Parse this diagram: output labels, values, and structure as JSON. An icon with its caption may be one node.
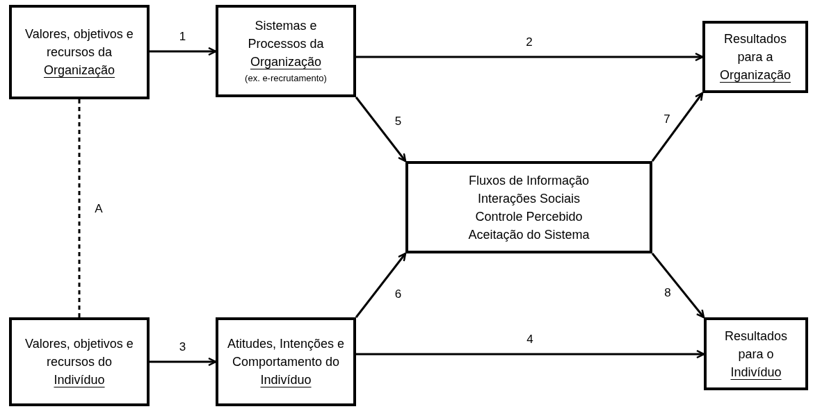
{
  "diagram": {
    "nodes": [
      {
        "text": [
          "Valores, objetivos e recursos da",
          "Organização"
        ]
      },
      {
        "text": [
          "Sistemas e Processos da",
          "Organização",
          "(ex. e-recrutamento)"
        ]
      },
      {
        "text": [
          "Resultados para a",
          "Organização"
        ]
      },
      {
        "text": [
          "Fluxos de Informação",
          "Interações Sociais",
          "Controle Percebido",
          "Aceitação do Sistema"
        ]
      },
      {
        "text": [
          "Valores, objetivos e recursos do",
          "Indivíduo"
        ]
      },
      {
        "text": [
          "Atitudes, Intenções e Comportamento do",
          "Indivíduo"
        ]
      },
      {
        "text": [
          "Resultados para o",
          "Indivíduo"
        ]
      }
    ],
    "edges": [
      {
        "from": 0,
        "to": 1,
        "arrow": "to",
        "label": "1"
      },
      {
        "from": 1,
        "to": 2,
        "arrow": "to",
        "label": "2"
      },
      {
        "from": 4,
        "to": 5,
        "arrow": "to",
        "label": "3"
      },
      {
        "from": 5,
        "to": 6,
        "arrow": "to",
        "label": "4"
      },
      {
        "from": 1,
        "to": 3,
        "arrow": "to",
        "label": "5"
      },
      {
        "from": 5,
        "to": 3,
        "arrow": "to",
        "label": "6"
      },
      {
        "from": 3,
        "to": 2,
        "arrow": "to",
        "label": "7"
      },
      {
        "from": 3,
        "to": 6,
        "arrow": "to",
        "label": "8"
      },
      {
        "from": 0,
        "to": 4,
        "arrow": "none",
        "label": "A",
        "style": "dashed"
      }
    ]
  }
}
